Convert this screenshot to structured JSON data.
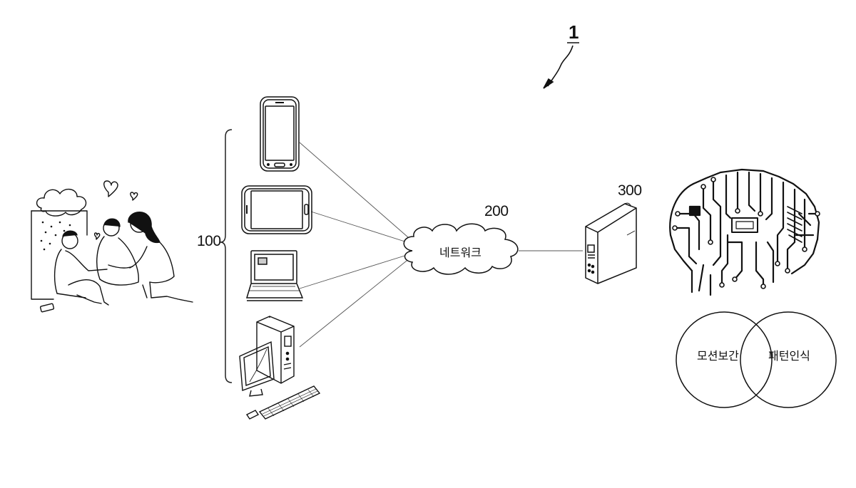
{
  "labels": {
    "system": "1",
    "devices": "100",
    "network": "200",
    "server": "300"
  },
  "network_text": "네트워크",
  "venn": {
    "left": "모션보간",
    "right": "패턴인식"
  },
  "icons": [
    "scene-people-icon",
    "smartphone-icon",
    "tablet-icon",
    "laptop-icon",
    "desktop-computer-icon",
    "cloud-icon",
    "server-icon",
    "brain-circuit-icon"
  ]
}
